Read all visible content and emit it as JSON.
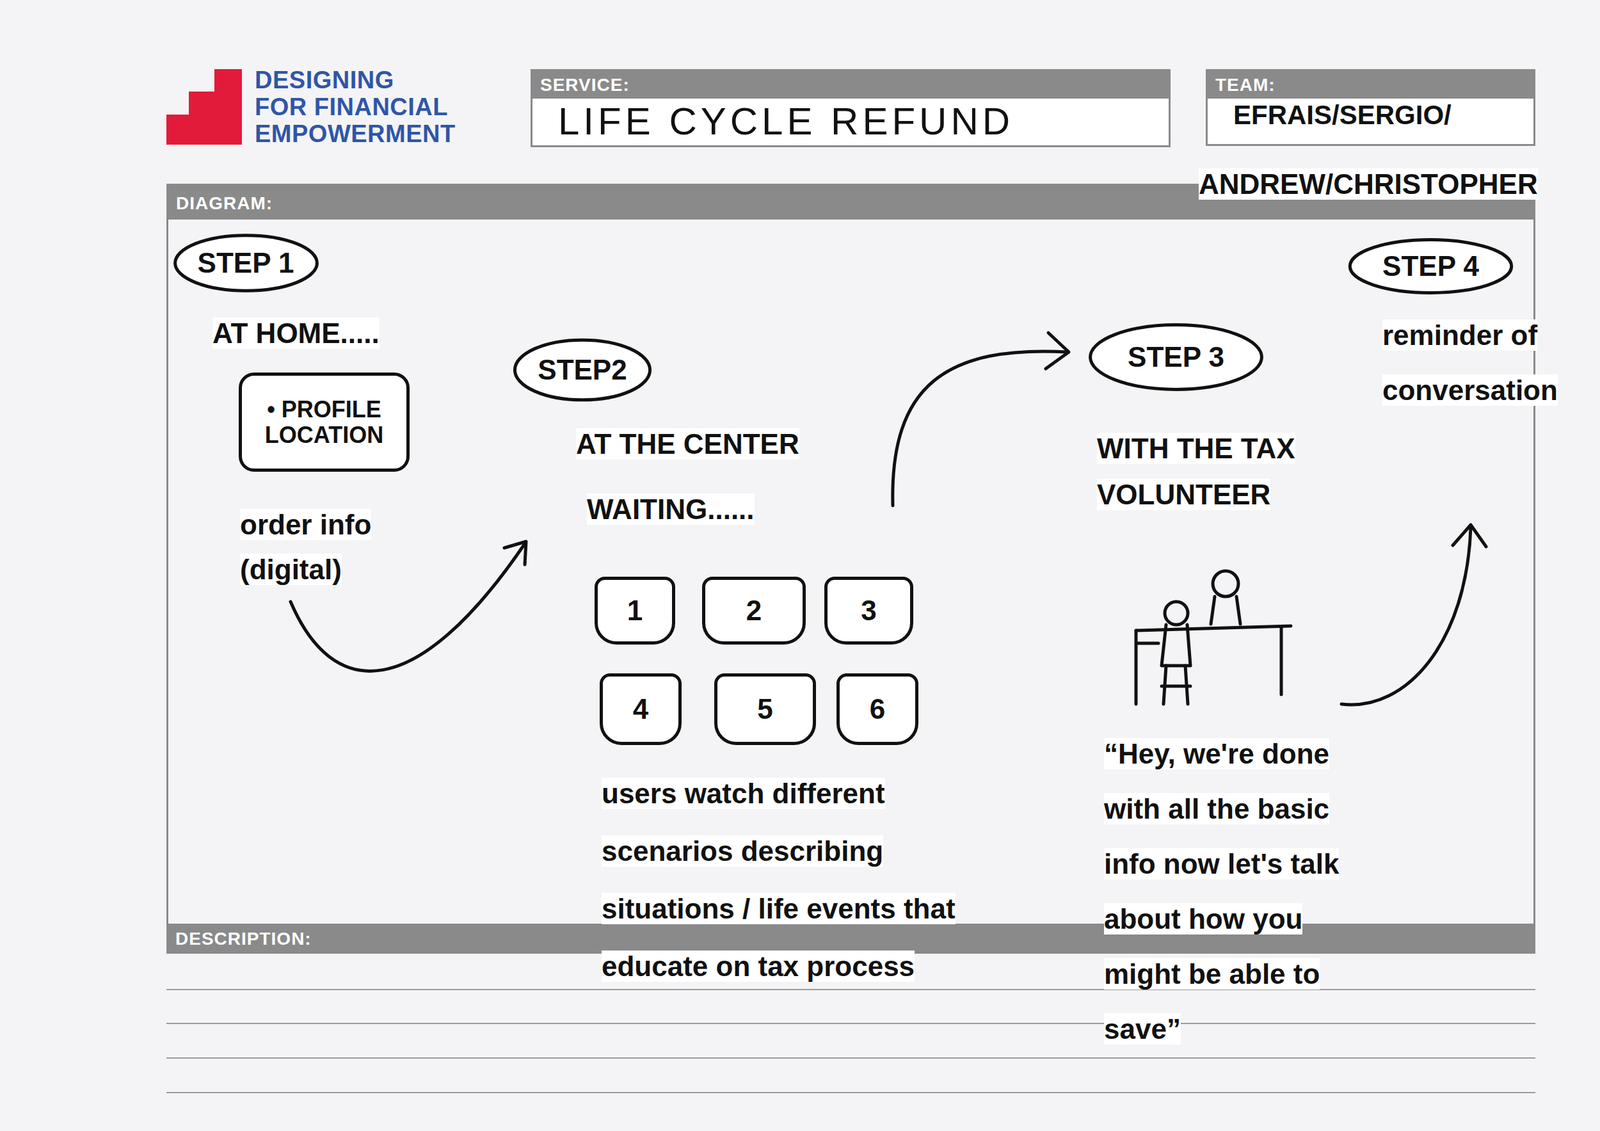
{
  "diagram": {
    "nodes": [
      {
        "text": [
          "SERVICE:",
          "LIFE CYCLE REFUND"
        ]
      },
      {
        "text": [
          "TEAM:",
          "EFRAIS/SERGIO/"
        ]
      },
      {
        "text": [
          "DIAGRAM:"
        ]
      },
      {
        "text": [
          "STEP 1"
        ],
        "in": 2
      },
      {
        "text": [
          "• PROFILE LOCATION"
        ],
        "in": 2
      },
      {
        "text": [
          "STEP2"
        ],
        "in": 2
      },
      {
        "text": [
          "1"
        ],
        "in": 2
      },
      {
        "text": [
          "2"
        ],
        "in": 2
      },
      {
        "text": [
          "3"
        ],
        "in": 2
      },
      {
        "text": [
          "4"
        ],
        "in": 2
      },
      {
        "text": [
          "5"
        ],
        "in": 2
      },
      {
        "text": [
          "6"
        ],
        "in": 2
      },
      {
        "text": [
          "STEP 3"
        ],
        "in": 2
      },
      {
        "text": [
          "STEP 4"
        ],
        "in": 2
      }
    ],
    "labels": [
      "DESIGNING",
      "FOR FINANCIAL",
      "EMPOWERMENT",
      "ANDREW/CHRISTOPHER",
      "AT HOME.....",
      "order info (digital)",
      "AT THE CENTER",
      "WAITING......",
      "users watch different scenarios describing situations / life events that educate on tax process",
      "WITH THE TAX VOLUNTEER",
      "“Hey, we're done with all the basic info now let's talk about how you might be able to save”",
      "reminder of conversation",
      "DESCRIPTION:"
    ]
  }
}
